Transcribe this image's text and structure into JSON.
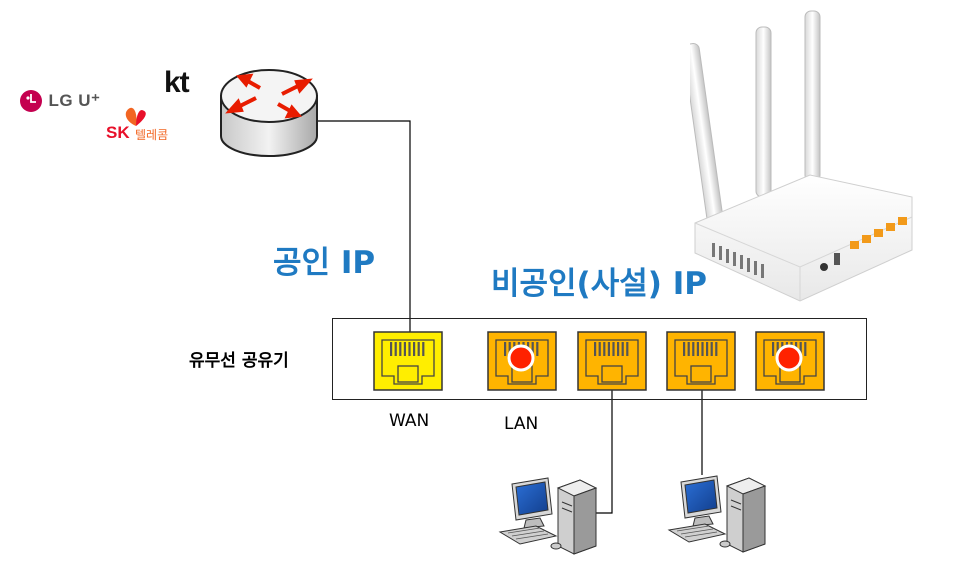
{
  "isps": {
    "lg": "LG U⁺",
    "lg_icon": "lg-logo-icon",
    "sk": "SK",
    "sk_sub": "텔레콤",
    "kt": "kt"
  },
  "labels": {
    "public_ip": "공인 IP",
    "private_ip": "비공인(사설) IP",
    "router": "유무선 공유기",
    "wan": "WAN",
    "lan": "LAN"
  },
  "ports": [
    {
      "type": "wan",
      "color": "#ffee00",
      "dot": false
    },
    {
      "type": "lan",
      "color": "#ffb400",
      "dot": true
    },
    {
      "type": "lan",
      "color": "#ffb400",
      "dot": false
    },
    {
      "type": "lan",
      "color": "#ffb400",
      "dot": false
    },
    {
      "type": "lan",
      "color": "#ffb400",
      "dot": true
    }
  ],
  "colors": {
    "blue": "#1f7ac2",
    "wan_port": "#ffee00",
    "lan_port": "#ffb400",
    "dot": "#ff2200",
    "lg_red": "#c4004f",
    "sk_orange": "#f26522",
    "kt_black": "#111111"
  },
  "icons": [
    "isp-router-icon",
    "wireless-router-image",
    "computer-icon"
  ]
}
